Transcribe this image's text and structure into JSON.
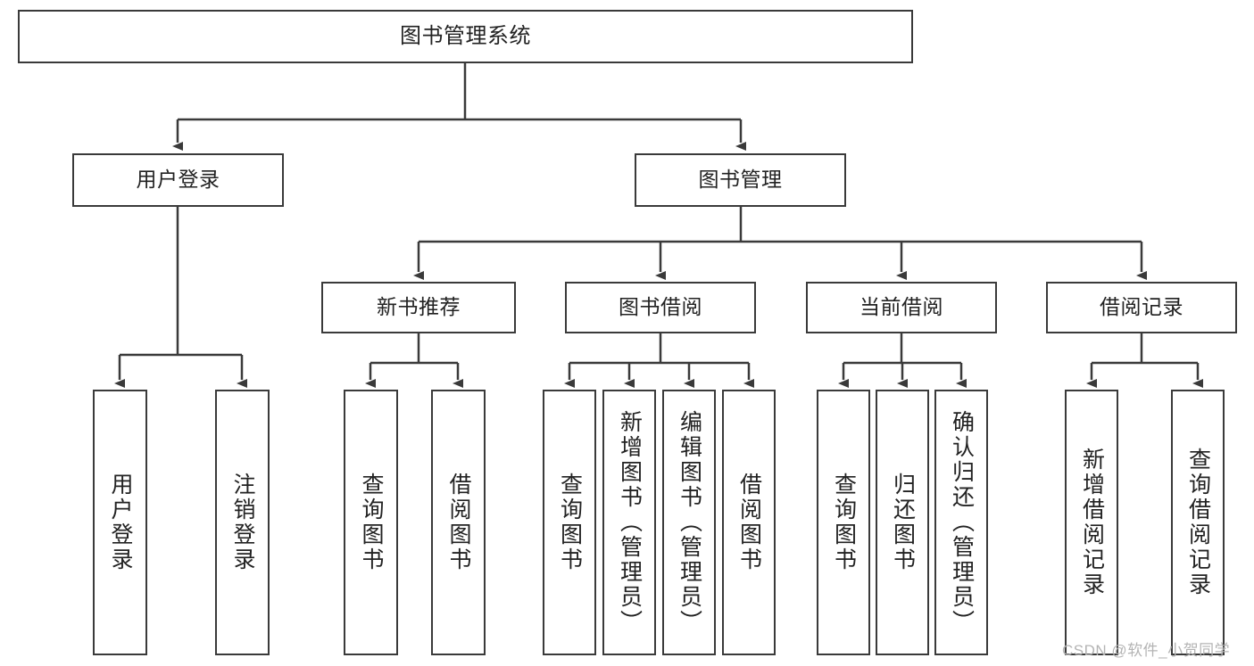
{
  "diagram": {
    "type": "tree-hierarchy-chart",
    "title": "图书管理系统",
    "stroke_color": "#3a3a3a",
    "text_color": "#222222",
    "background": "#ffffff",
    "levels": {
      "level1": [
        {
          "id": "root",
          "label": "图书管理系统"
        }
      ],
      "level2": [
        {
          "id": "user-login",
          "label": "用户登录"
        },
        {
          "id": "book-manage",
          "label": "图书管理"
        }
      ],
      "level3": [
        {
          "id": "new-book-rec",
          "label": "新书推荐"
        },
        {
          "id": "book-borrow",
          "label": "图书借阅"
        },
        {
          "id": "current-borrow",
          "label": "当前借阅"
        },
        {
          "id": "borrow-record",
          "label": "借阅记录"
        }
      ],
      "level4": [
        {
          "id": "leaf-user-login",
          "label": "用户登录",
          "parent": "user-login"
        },
        {
          "id": "leaf-logout",
          "label": "注销登录",
          "parent": "user-login"
        },
        {
          "id": "leaf-query-book-1",
          "label": "查询图书",
          "parent": "new-book-rec"
        },
        {
          "id": "leaf-borrow-book-1",
          "label": "借阅图书",
          "parent": "new-book-rec"
        },
        {
          "id": "leaf-query-book-2",
          "label": "查询图书",
          "parent": "book-borrow"
        },
        {
          "id": "leaf-add-book",
          "label": "新增图书（管理员）",
          "parent": "book-borrow"
        },
        {
          "id": "leaf-edit-book",
          "label": "编辑图书（管理员）",
          "parent": "book-borrow"
        },
        {
          "id": "leaf-borrow-book-2",
          "label": "借阅图书",
          "parent": "book-borrow"
        },
        {
          "id": "leaf-query-book-3",
          "label": "查询图书",
          "parent": "current-borrow"
        },
        {
          "id": "leaf-return-book",
          "label": "归还图书",
          "parent": "current-borrow"
        },
        {
          "id": "leaf-confirm-return",
          "label": "确认归还（管理员）",
          "parent": "current-borrow"
        },
        {
          "id": "leaf-add-record",
          "label": "新增借阅记录",
          "parent": "borrow-record"
        },
        {
          "id": "leaf-query-record",
          "label": "查询借阅记录",
          "parent": "borrow-record"
        }
      ]
    }
  },
  "watermark": {
    "text": "CSDN @软件_小贺同学"
  }
}
